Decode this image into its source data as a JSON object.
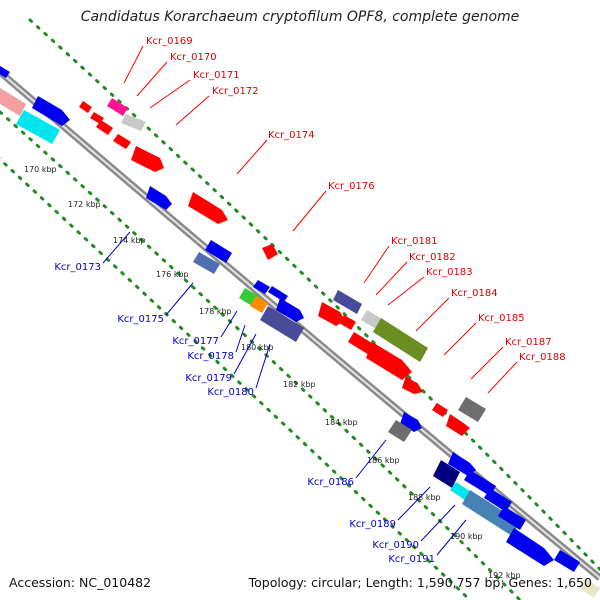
{
  "header": {
    "title": "Candidatus Korarchaeum cryptofilum OPF8, complete genome"
  },
  "footer": {
    "accession": "Accession: NC_010482",
    "summary": "Topology: circular; Length: 1,590,757 bp; Genes: 1,650"
  },
  "ruler": {
    "ticks": [
      "170 kbp",
      "172 kbp",
      "174 kbp",
      "176 kbp",
      "178 kbp",
      "180 kbp",
      "182 kbp",
      "184 kbp",
      "186 kbp",
      "188 kbp",
      "190 kbp",
      "192 kbp"
    ]
  },
  "labels": {
    "forward": [
      "Kcr_0169",
      "Kcr_0170",
      "Kcr_0171",
      "Kcr_0172",
      "Kcr_0174",
      "Kcr_0176",
      "Kcr_0181",
      "Kcr_0182",
      "Kcr_0183",
      "Kcr_0184",
      "Kcr_0185",
      "Kcr_0187",
      "Kcr_0188"
    ],
    "reverse": [
      "Kcr_0173",
      "Kcr_0175",
      "Kcr_0177",
      "Kcr_0178",
      "Kcr_0179",
      "Kcr_0180",
      "Kcr_0186",
      "Kcr_0189",
      "Kcr_0190",
      "Kcr_0191"
    ]
  },
  "colors": {
    "forward_label": "#dd0000",
    "reverse_label": "#0000cc",
    "forward_gene": "#ff0000",
    "reverse_gene": "#0000ee",
    "guide_dots": "#228b22",
    "backbone": "#888888"
  }
}
